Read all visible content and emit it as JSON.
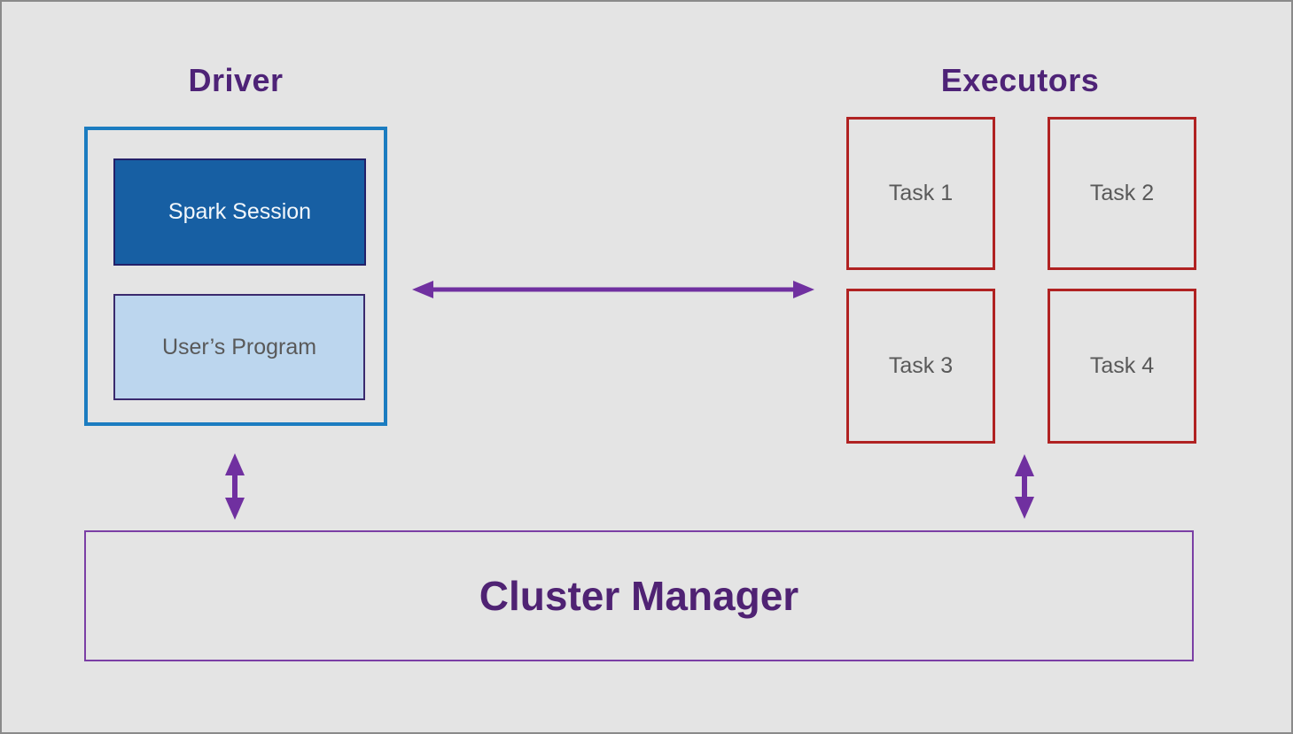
{
  "colors": {
    "background": "#e4e4e4",
    "page_border": "#8a8a8a",
    "title_purple": "#4e2377",
    "driver_border": "#1b7cc0",
    "spark_session_fill": "#175fa3",
    "spark_session_border": "#232069",
    "spark_session_text": "#f2f7fb",
    "user_program_fill": "#bcd6ee",
    "user_program_border": "#3a2a6e",
    "task_border": "#b02222",
    "gray_text": "#595959",
    "arrow": "#7030a0",
    "cluster_border": "#7b3fa5",
    "cluster_text": "#4f2273"
  },
  "diagram": {
    "driver": {
      "title": "Driver",
      "spark_session_label": "Spark Session",
      "user_program_label": "User’s Program"
    },
    "executors": {
      "title": "Executors",
      "tasks": [
        "Task 1",
        "Task 2",
        "Task 3",
        "Task 4"
      ]
    },
    "cluster_manager": {
      "label": "Cluster Manager"
    }
  }
}
